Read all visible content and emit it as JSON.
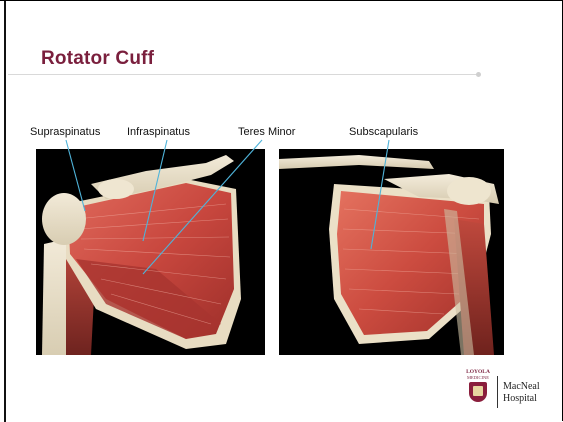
{
  "slide": {
    "title": "Rotator Cuff",
    "title_color": "#7a1f3d"
  },
  "labels": {
    "supraspinatus": "Supraspinatus",
    "infraspinatus": "Infraspinatus",
    "teres_minor": "Teres Minor",
    "subscapularis": "Subscapularis"
  },
  "images": {
    "posterior_view": "posterior-shoulder-muscles-illustration",
    "anterior_view": "anterior-shoulder-muscles-illustration"
  },
  "logo": {
    "crest_line1": "LOYOLA",
    "crest_line2": "MEDICINE",
    "hospital_line1": "MacNeal",
    "hospital_line2": "Hospital",
    "crest_color": "#8a1e3c"
  }
}
